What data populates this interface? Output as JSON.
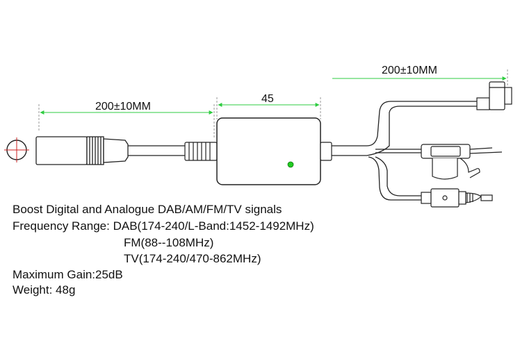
{
  "dimensions": {
    "left_cable": "200±10MM",
    "module_width": "45",
    "right_cable": "200±10MM"
  },
  "specs": [
    "Boost Digital and Analogue DAB/AM/FM/TV signals",
    "Frequency Range: DAB(174-240/L-Band:1452-1492MHz)",
    "FM(88--108MHz)",
    "TV(174-240/470-862MHz)",
    "Maximum Gain:25dB",
    "Weight: 48g"
  ],
  "colors": {
    "dimension_line": "#2ecc40",
    "led": "#22cc22",
    "outline": "#222222"
  }
}
